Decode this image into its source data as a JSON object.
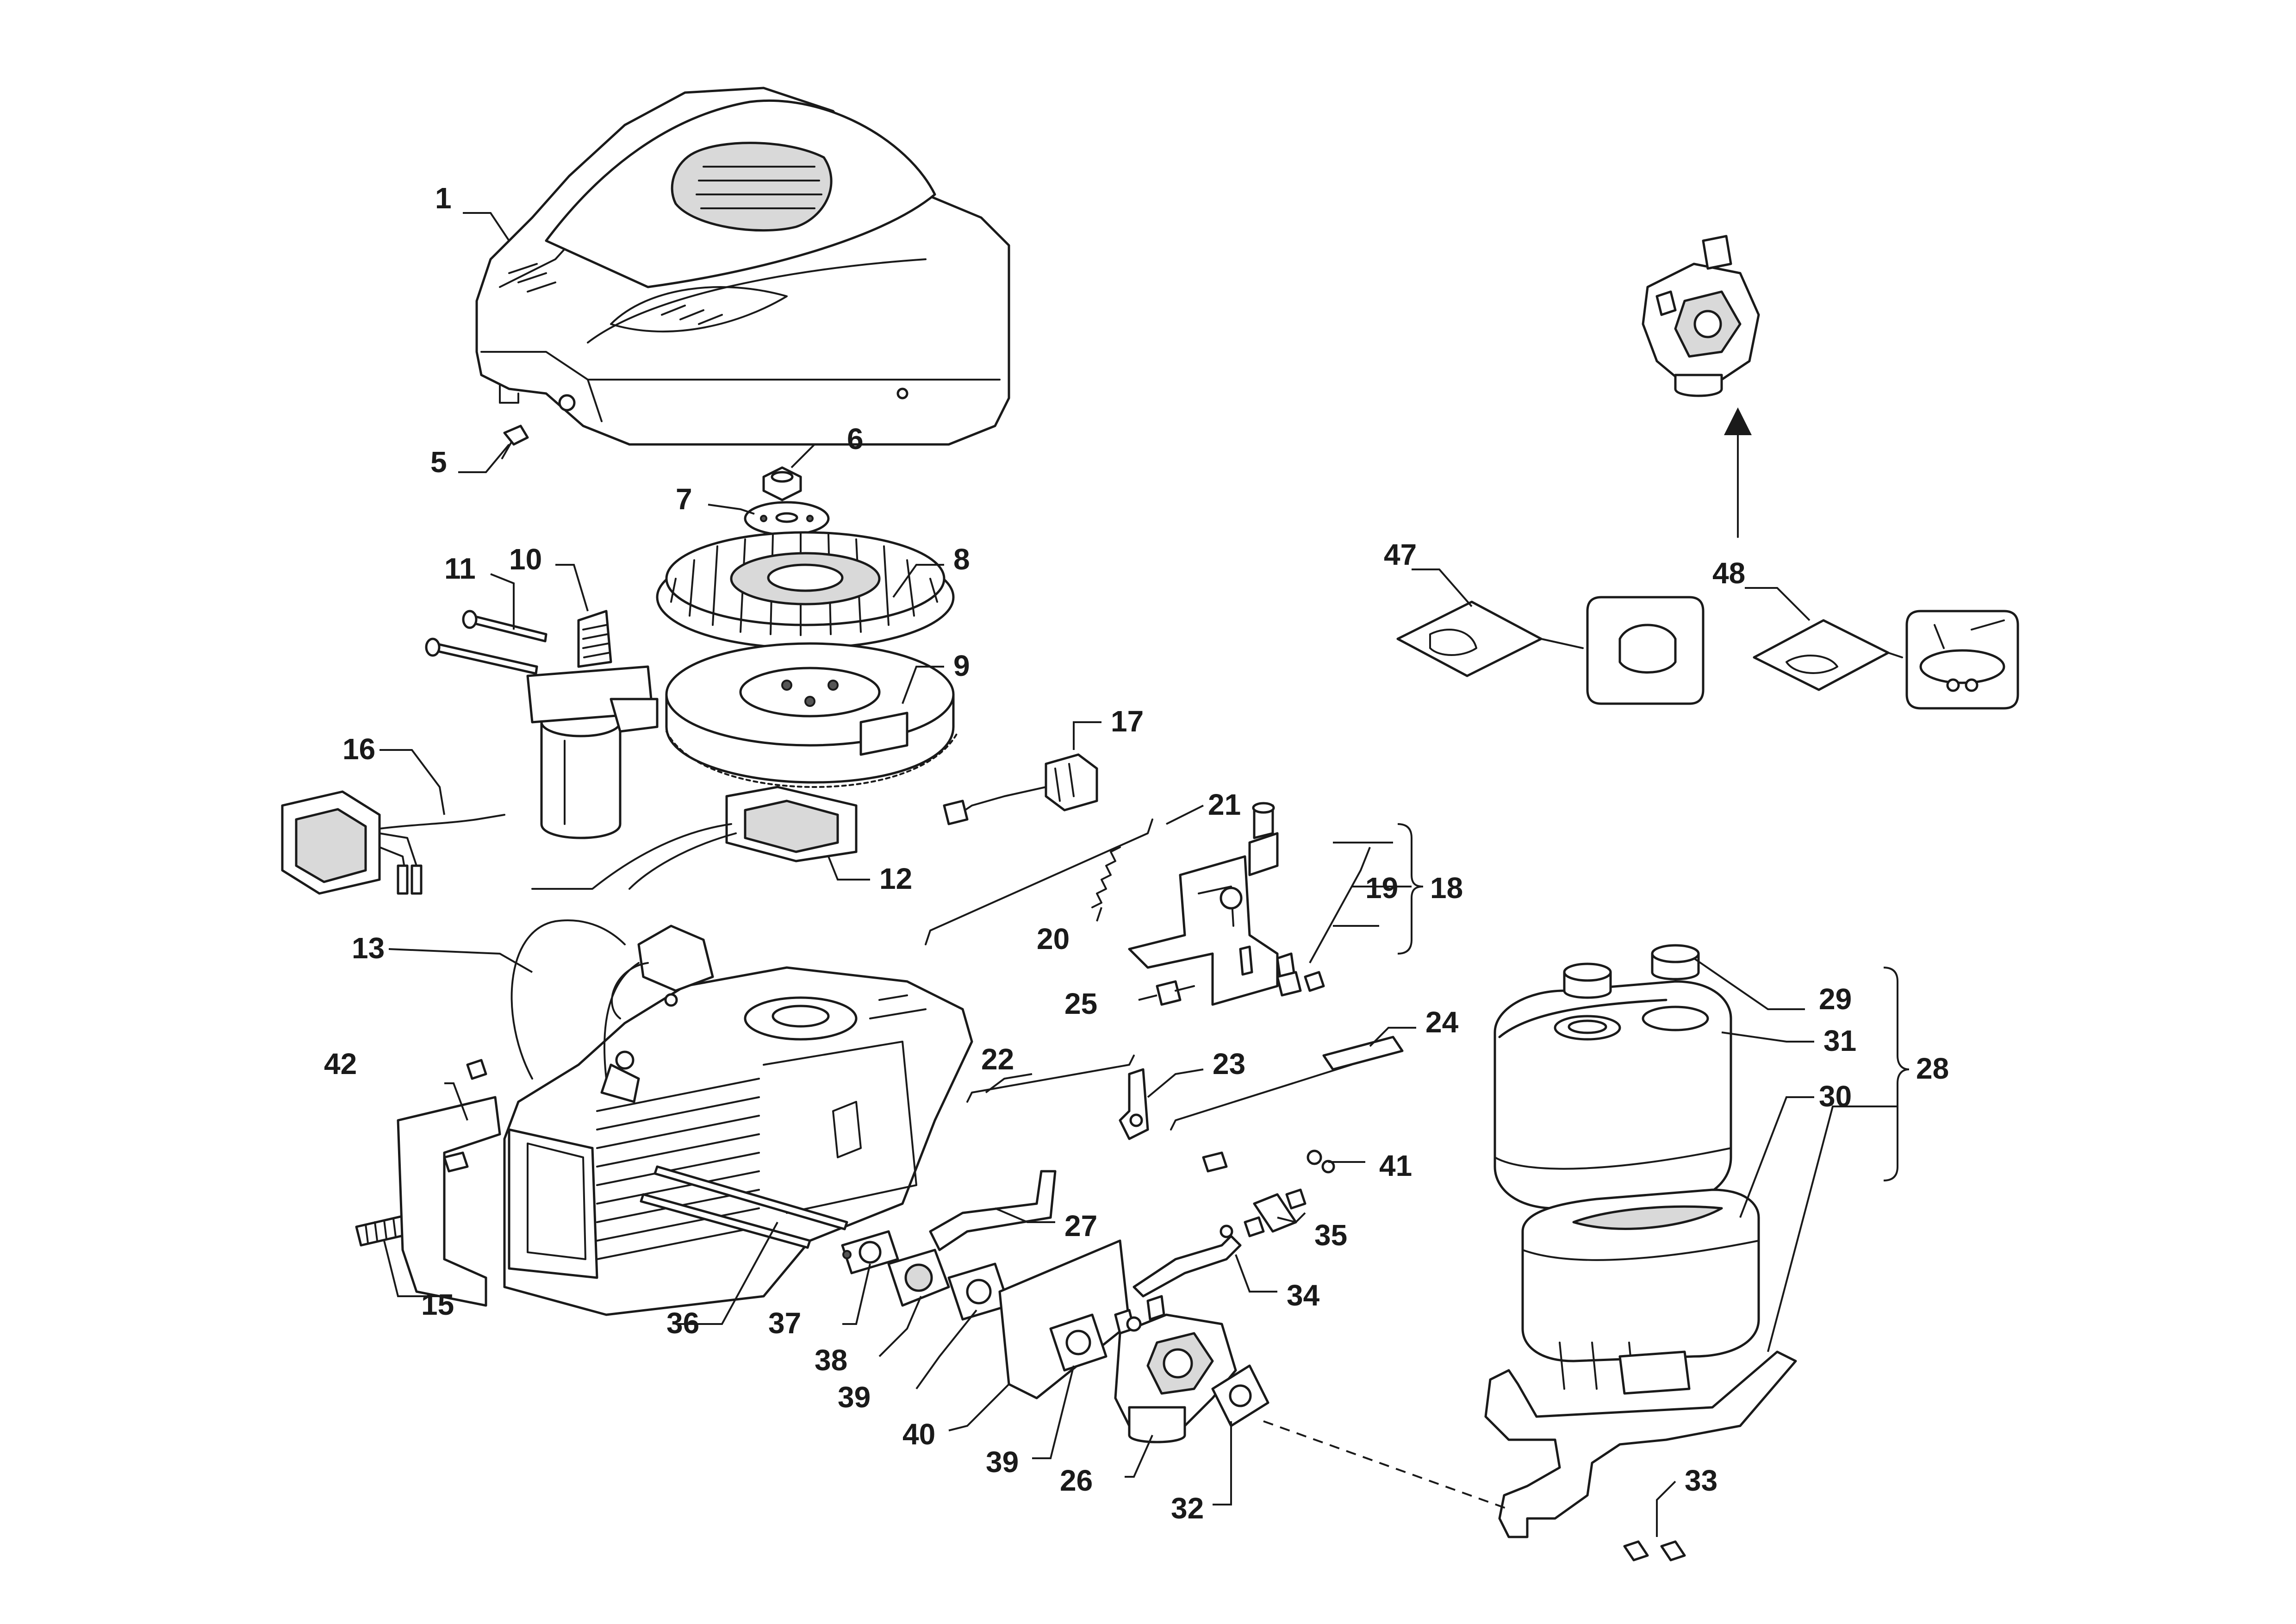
{
  "colors": {
    "ink": "#1a1a1a",
    "paper": "#ffffff",
    "shade": "#d9d9d9"
  },
  "callouts": {
    "c1": "1",
    "c5": "5",
    "c6": "6",
    "c7": "7",
    "c8": "8",
    "c9": "9",
    "c10": "10",
    "c11": "11",
    "c12": "12",
    "c13": "13",
    "c15": "15",
    "c16": "16",
    "c17": "17",
    "c18": "18",
    "c19": "19",
    "c20": "20",
    "c21": "21",
    "c22": "22",
    "c23": "23",
    "c24": "24",
    "c25": "25",
    "c26": "26",
    "c27": "27",
    "c28": "28",
    "c29": "29",
    "c30": "30",
    "c31": "31",
    "c32": "32",
    "c33": "33",
    "c34": "34",
    "c35": "35",
    "c36": "36",
    "c37": "37",
    "c38": "38",
    "c39a": "39",
    "c39b": "39",
    "c40": "40",
    "c41": "41",
    "c42": "42",
    "c47": "47",
    "c48": "48"
  }
}
